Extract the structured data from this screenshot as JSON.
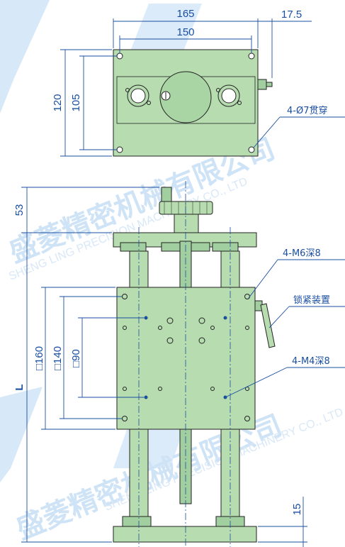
{
  "watermark": {
    "brand_cn": "盛菱精密机械有限公司",
    "brand_en": "SHENG LING PRECISION MACHINERY CO., LTD"
  },
  "top_view": {
    "dim_width_outer": "165",
    "dim_width_holes": "150",
    "dim_lever_offset": "17.5",
    "dim_height_outer": "120",
    "dim_height_holes": "105",
    "hole_callout": "4-Ø7贯穿"
  },
  "front_view": {
    "dim_handwheel": "53",
    "dim_total": "L",
    "dim_square_160": "□160",
    "dim_square_140": "□140",
    "dim_square_90": "□90",
    "dim_base_thickness": "15",
    "callout_m6": "4-M6深8",
    "callout_lock": "锁紧装置",
    "callout_m4": "4-M4深8"
  },
  "colors": {
    "part_fill": "#b6dcb0",
    "dimension_blue": "#1a4fa0",
    "watermark_blue": "#cfe3f6"
  }
}
